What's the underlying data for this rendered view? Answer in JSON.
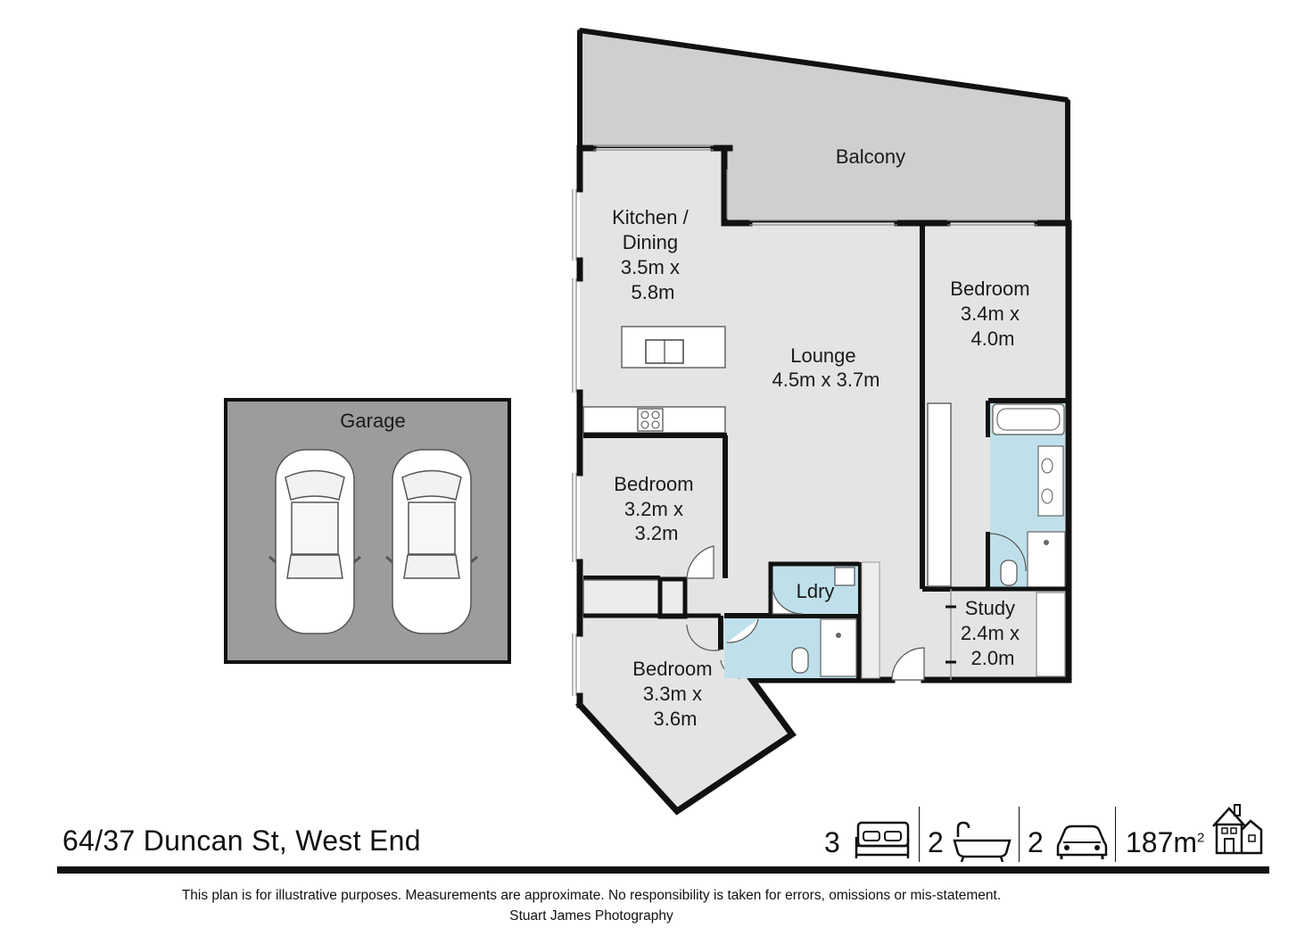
{
  "rooms": {
    "balcony": "Balcony",
    "kitchen": [
      "Kitchen /",
      "Dining",
      "3.5m x",
      "5.8m"
    ],
    "lounge": [
      "Lounge",
      "4.5m x 3.7m"
    ],
    "bedroom_main": [
      "Bedroom",
      "3.4m x",
      "4.0m"
    ],
    "bedroom_2": [
      "Bedroom",
      "3.2m x",
      "3.2m"
    ],
    "bedroom_3": [
      "Bedroom",
      "3.3m x",
      "3.6m"
    ],
    "laundry": "Ldry",
    "study": [
      "Study",
      "2.4m x",
      "2.0m"
    ],
    "garage": "Garage"
  },
  "footer": {
    "address": "64/37 Duncan St, West End",
    "bedrooms": "3",
    "bathrooms": "2",
    "car_spaces": "2",
    "area": "187m",
    "area_unit_sup": "2",
    "disclaimer": "This plan is for illustrative purposes. Measurements are approximate. No responsibility is taken for errors, omissions or mis-statement.",
    "credit": "Stuart James Photography"
  },
  "icons": [
    "bed-icon",
    "bath-icon",
    "car-icon",
    "house-icon"
  ],
  "colors": {
    "floor": "#e4e4e4",
    "balcony": "#cfcfcf",
    "garage": "#9c9c9c",
    "wet_area": "#bfe0ea",
    "wall": "#111111"
  }
}
